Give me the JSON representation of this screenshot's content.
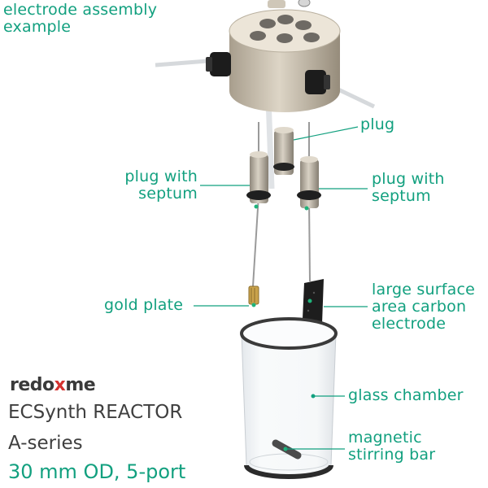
{
  "labels": {
    "electrode_assembly": [
      "electrode assembly",
      "example"
    ],
    "plug": "plug",
    "plug_septum_left": [
      "plug with",
      "septum"
    ],
    "plug_septum_right": [
      "plug with",
      "septum"
    ],
    "gold_plate": "gold plate",
    "carbon_electrode": [
      "large surface",
      "area carbon",
      "electrode"
    ],
    "glass_chamber": "glass chamber",
    "stirring_bar": [
      "magnetic",
      "stirring bar"
    ]
  },
  "brand": {
    "part1": "redo",
    "part2": "x",
    "part3": "me"
  },
  "product": {
    "line1": "ECSynth REACTOR",
    "line2": "A-series",
    "line3": "30 mm OD, 5-port"
  },
  "colors": {
    "accent": "#12a07f",
    "brand_x": "#d4322f",
    "text": "#3f3f3f"
  }
}
